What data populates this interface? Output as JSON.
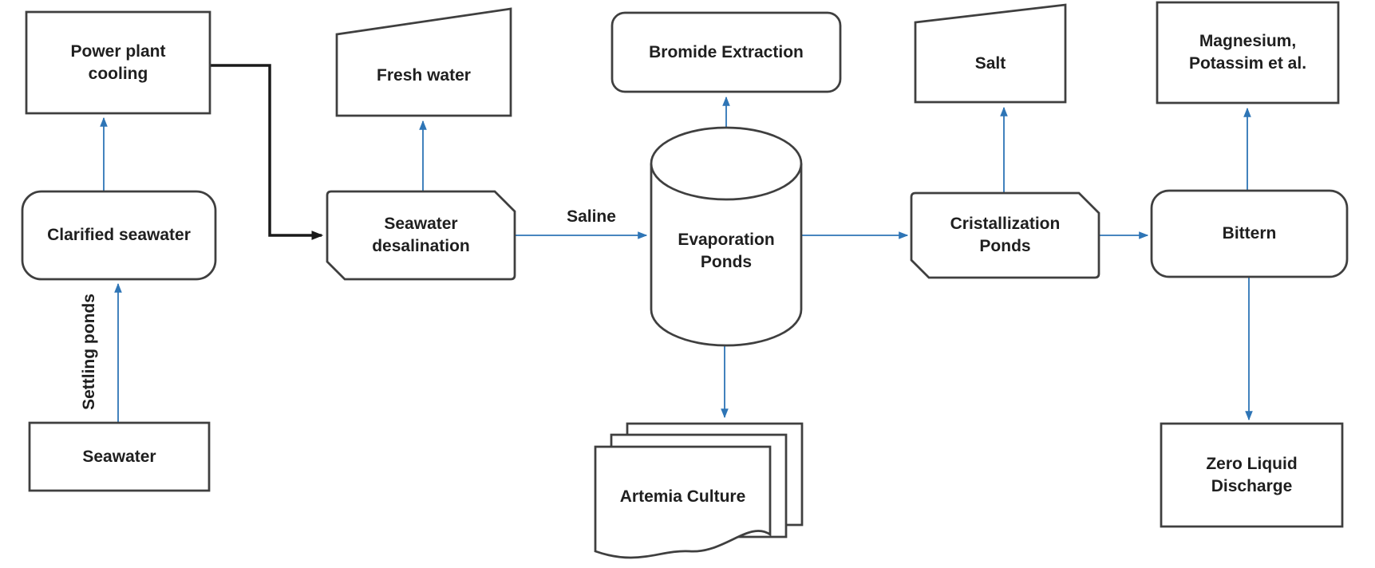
{
  "diagram": {
    "type": "flowchart",
    "background": "#ffffff",
    "colors": {
      "shape_border": "#3f3f3f",
      "shape_fill": "#ffffff",
      "text": "#1f1f1f",
      "arrow_blue": "#2e75b6",
      "arrow_black": "#1a1a1a"
    },
    "nodes": {
      "seawater": {
        "label": "Seawater",
        "shape": "rectangle"
      },
      "clarified_seawater": {
        "label": "Clarified seawater",
        "shape": "rounded-rectangle"
      },
      "power_plant_cooling": {
        "label": "Power plant\ncooling",
        "shape": "rectangle"
      },
      "seawater_desalination": {
        "label": "Seawater\ndesalination",
        "shape": "chamfered-rectangle"
      },
      "fresh_water": {
        "label": "Fresh water",
        "shape": "trapezoid"
      },
      "evaporation_ponds": {
        "label": "Evaporation\nPonds",
        "shape": "cylinder"
      },
      "bromide_extraction": {
        "label": "Bromide Extraction",
        "shape": "rounded-rectangle"
      },
      "artemia_culture": {
        "label": "Artemia Culture",
        "shape": "multi-document"
      },
      "cristallization_ponds": {
        "label": "Cristallization\nPonds",
        "shape": "chamfered-rectangle"
      },
      "salt": {
        "label": "Salt",
        "shape": "trapezoid"
      },
      "bittern": {
        "label": "Bittern",
        "shape": "rounded-rectangle"
      },
      "magnesium": {
        "label": "Magnesium,\nPotassim et al.",
        "shape": "rectangle"
      },
      "zero_liquid_discharge": {
        "label": "Zero Liquid\nDischarge",
        "shape": "rectangle"
      }
    },
    "edge_labels": {
      "saline": {
        "label": "Saline"
      },
      "settling_ponds": {
        "label": "Settling ponds"
      }
    },
    "edges": [
      {
        "from": "Seawater",
        "to": "Clarified seawater",
        "label": "Settling ponds",
        "color": "blue"
      },
      {
        "from": "Clarified seawater",
        "to": "Power plant cooling",
        "color": "blue"
      },
      {
        "from": "Power plant cooling",
        "to": "Seawater desalination",
        "color": "black"
      },
      {
        "from": "Seawater desalination",
        "to": "Fresh water",
        "color": "blue"
      },
      {
        "from": "Seawater desalination",
        "to": "Evaporation Ponds",
        "label": "Saline",
        "color": "blue"
      },
      {
        "from": "Evaporation Ponds",
        "to": "Bromide Extraction",
        "color": "blue"
      },
      {
        "from": "Evaporation Ponds",
        "to": "Artemia Culture",
        "color": "blue"
      },
      {
        "from": "Evaporation Ponds",
        "to": "Cristallization Ponds",
        "color": "blue"
      },
      {
        "from": "Cristallization Ponds",
        "to": "Salt",
        "color": "blue"
      },
      {
        "from": "Cristallization Ponds",
        "to": "Bittern",
        "color": "blue"
      },
      {
        "from": "Bittern",
        "to": "Magnesium, Potassim et al.",
        "color": "blue"
      },
      {
        "from": "Bittern",
        "to": "Zero Liquid Discharge",
        "color": "blue"
      }
    ]
  }
}
